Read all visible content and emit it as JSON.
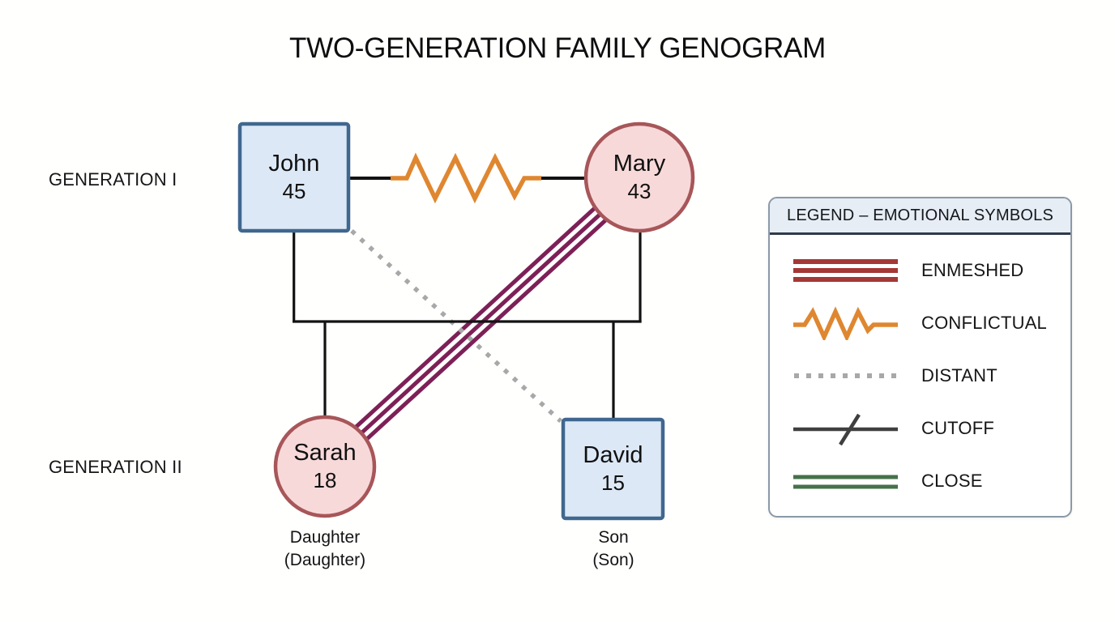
{
  "title": "TWO-GENERATION FAMILY GENOGRAM",
  "generation_labels": {
    "gen1": "GENERATION I",
    "gen2": "GENERATION II"
  },
  "people": {
    "john": {
      "name": "John",
      "age": "45",
      "shape": "square",
      "generation": "I"
    },
    "mary": {
      "name": "Mary",
      "age": "43",
      "shape": "circle",
      "generation": "I"
    },
    "sarah": {
      "name": "Sarah",
      "age": "18",
      "shape": "circle",
      "generation": "II",
      "role": "Daughter",
      "role_paren": "(Daughter)"
    },
    "david": {
      "name": "David",
      "age": "15",
      "shape": "square",
      "generation": "II",
      "role": "Son",
      "role_paren": "(Son)"
    }
  },
  "relationships": [
    {
      "from": "John",
      "to": "Mary",
      "type": "CONFLICTUAL"
    },
    {
      "from": "Mary",
      "to": "Sarah",
      "type": "ENMESHED"
    },
    {
      "from": "John",
      "to": "David",
      "type": "DISTANT"
    }
  ],
  "legend": {
    "header": "LEGEND – EMOTIONAL SYMBOLS",
    "items": [
      {
        "symbol": "enmeshed",
        "label": "ENMESHED"
      },
      {
        "symbol": "conflictual",
        "label": "CONFLICTUAL"
      },
      {
        "symbol": "distant",
        "label": "DISTANT"
      },
      {
        "symbol": "cutoff",
        "label": "CUTOFF"
      },
      {
        "symbol": "close",
        "label": "CLOSE"
      }
    ]
  },
  "colors": {
    "male_fill": "#dce8f6",
    "male_stroke": "#40678e",
    "female_fill": "#f8d9da",
    "female_stroke": "#a75659",
    "enmeshed_diagram": "#7d2057",
    "enmeshed_legend": "#a43836",
    "conflictual": "#df8730",
    "distant": "#a8a8a8",
    "cutoff": "#3f3f3f",
    "close": "#46714a",
    "structure": "#121212"
  }
}
